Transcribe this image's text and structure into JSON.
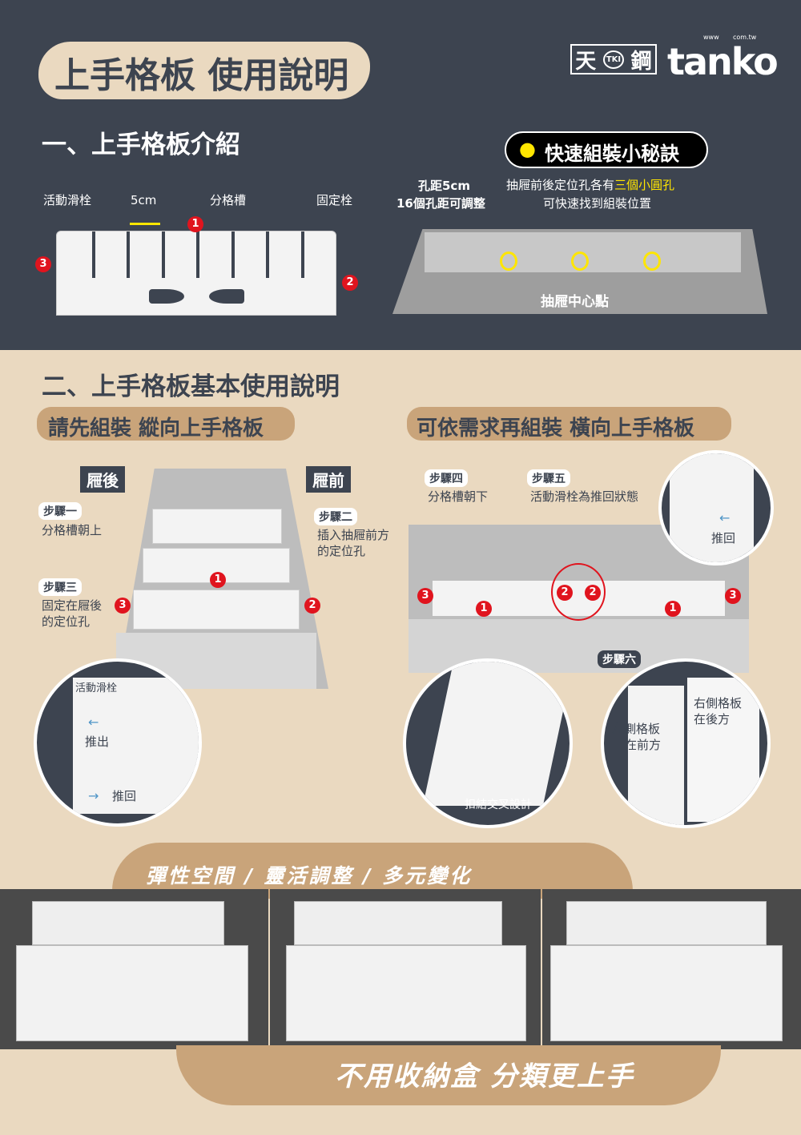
{
  "header": {
    "title": "上手格板 使用說明",
    "brand_cn": "天鋼",
    "brand_mark": "TKI",
    "brand_en": "tanko",
    "brand_www": "www",
    "brand_domain": "com.tw"
  },
  "section1": {
    "heading": "一、上手格板介紹",
    "labels": {
      "slider": "活動滑栓",
      "pitch": "5cm",
      "slot": "分格槽",
      "pin": "固定栓"
    },
    "tip_title": "快速組裝小秘訣",
    "hole_pitch": "孔距5cm",
    "adjust": "16個孔距可調整",
    "tip_line1_a": "抽屜前後定位孔各有",
    "tip_line1_b": "三個小圓孔",
    "tip_line2": "可快速找到組裝位置",
    "center": "抽屜中心點"
  },
  "section2": {
    "heading": "二、上手格板基本使用說明",
    "banner_left": "請先組裝 縱向上手格板",
    "banner_right": "可依需求再組裝 橫向上手格板",
    "rear": "屜後",
    "front": "屜前",
    "step1": "步驟一",
    "step1_text": "分格槽朝上",
    "step2": "步驟二",
    "step2_text1": "插入抽屜前方",
    "step2_text2": "的定位孔",
    "step3": "步驟三",
    "step3_text1": "固定在屜後",
    "step3_text2": "的定位孔",
    "step4": "步驟四",
    "step4_text": "分格槽朝下",
    "step5": "步驟五",
    "step5_text": "活動滑栓為推回狀態",
    "step6": "步驟六",
    "zoom_slider": "活動滑栓",
    "push_out": "推出",
    "push_back": "推回",
    "push_back2": "推回",
    "interlock": "扣結交叉設計",
    "left_panel1": "左側格板",
    "left_panel2": "在前方",
    "right_panel1": "右側格板",
    "right_panel2": "在後方",
    "badges": [
      "1",
      "2",
      "3"
    ]
  },
  "footer": {
    "slogan": "彈性空間 / 靈活調整 / 多元變化",
    "tagline": "不用收納盒 分類更上手"
  },
  "colors": {
    "dark": "#3d4450",
    "beige": "#ead9c0",
    "tan": "#c9a47a",
    "red": "#e0141e",
    "yellow": "#ffe600"
  }
}
